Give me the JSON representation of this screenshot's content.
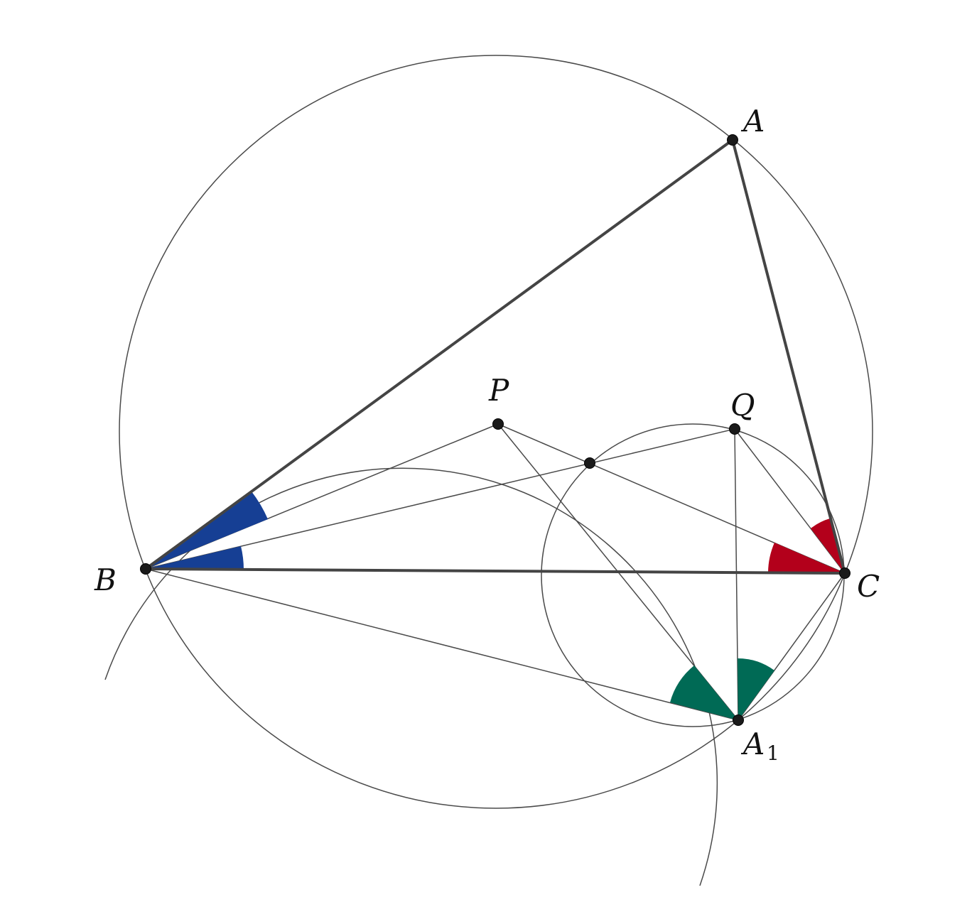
{
  "labels": {
    "A": "A",
    "B": "B",
    "C": "C",
    "P": "P",
    "Q": "Q",
    "A1": "A",
    "A1_subscript": "1"
  },
  "colors": {
    "blue_angle": "#163f94",
    "red_angle": "#b3001b",
    "green_angle": "#006a55",
    "stroke": "#4a4a4a",
    "point": "#1a1a1a"
  }
}
